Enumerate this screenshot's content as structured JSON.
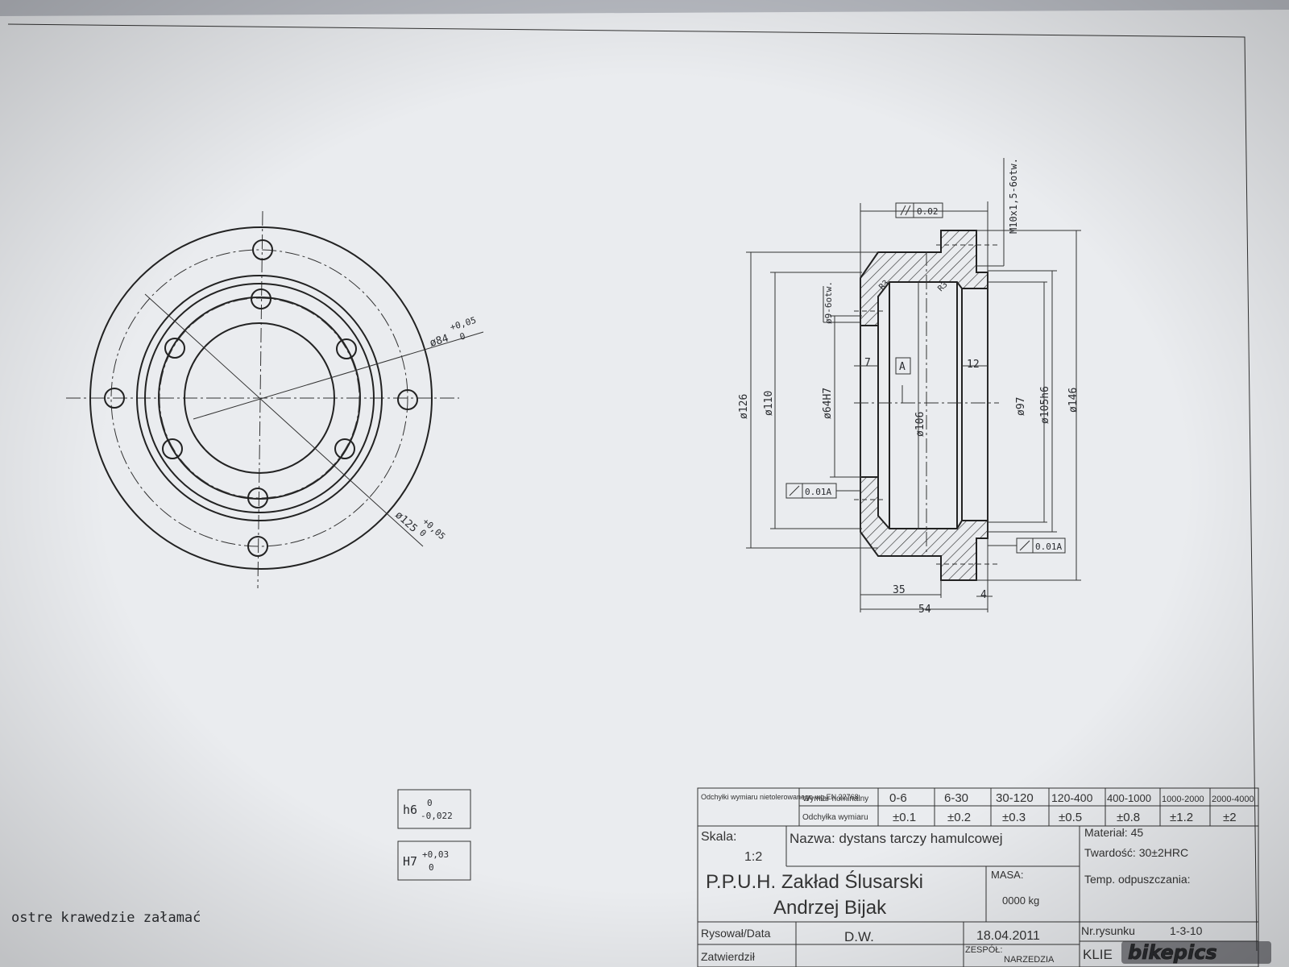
{
  "front_view": {
    "dia_84": "ø84",
    "dia_84_tol_upper": "+0,05",
    "dia_84_tol_lower": "0",
    "dia_125": "ø125",
    "dia_125_tol_upper": "+0,05",
    "dia_125_tol_lower": "0"
  },
  "section_view": {
    "thread": "M10x1,5-6otw.",
    "parallelism": "0.02",
    "holes": "ø9-6otw.",
    "datum": "A",
    "runout_left": "0.01A",
    "runout_right": "0.01A",
    "chamfer_left": "R3",
    "chamfer_right": "R3",
    "dim_7": "7",
    "dim_12": "12",
    "dia_126": "ø126",
    "dia_110": "ø110",
    "dia_64": "ø64H7",
    "dia_106": "ø106",
    "dia_97": "ø97",
    "dia_105": "ø105h6",
    "dia_146": "ø146",
    "dim_35": "35",
    "dim_54": "54",
    "dim_4": "4"
  },
  "fits": {
    "h6_main": "h6",
    "h6_upper": "0",
    "h6_lower": "-0,022",
    "H7_main": "H7",
    "H7_upper": "+0,03",
    "H7_lower": "0"
  },
  "note": "ostre krawedzie załamać",
  "tolerance_table": {
    "header_label": "Odchyłki wymiaru nietolerowanego wg EN 22768",
    "row1_label": "Wymiar nominalny",
    "row2_label": "Odchyłka wymiaru",
    "ranges": [
      "0-6",
      "6-30",
      "30-120",
      "120-400",
      "400-1000",
      "1000-2000",
      "2000-4000"
    ],
    "deviations": [
      "±0.1",
      "±0.2",
      "±0.3",
      "±0.5",
      "±0.8",
      "±1.2",
      "±2"
    ]
  },
  "title_block": {
    "scale_label": "Skala:",
    "scale_value": "1:2",
    "name": "Nazwa: dystans tarczy hamulcowej",
    "material": "Materiał:  45",
    "hardness": "Twardość: 30±2HRC",
    "temper": "Temp. odpuszczania:",
    "company_line1": "P.P.U.H. Zakład Ślusarski",
    "company_line2": "Andrzej Bijak",
    "mass_label": "MASA:",
    "mass_value": "0000 kg",
    "drawn_label": "Rysował/Data",
    "drawn_by": "D.W.",
    "date": "18.04.2011",
    "drawing_no_label": "Nr.rysunku",
    "drawing_no": "1-3-10",
    "approved_label": "Zatwierdził",
    "team_label": "ZESPÓŁ:",
    "team_value": "NARZEDZIA",
    "client_label": "KLIE"
  },
  "watermark": "bikepics",
  "colors": {
    "paper": "#eaecef",
    "ink": "#222222",
    "background": "#b9bcc3"
  }
}
